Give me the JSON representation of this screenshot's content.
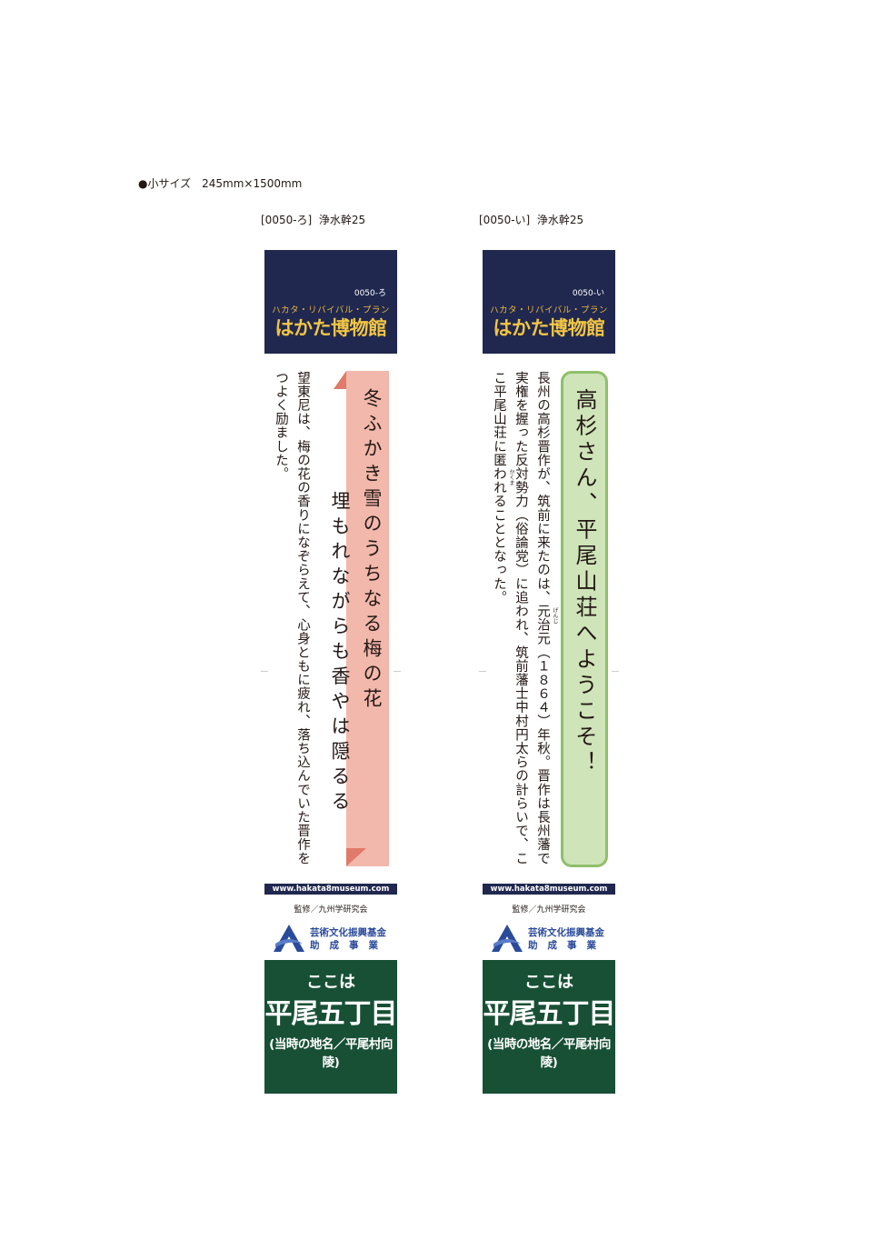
{
  "size_label": "●小サイズ　245mm×1500mm",
  "banners": [
    {
      "code_label": "[0050-ろ]  浄水幹25",
      "header_code": "0050-ろ",
      "subtitle": "ハカタ・リバイバル・プラン",
      "museum_name": "はかた博物館",
      "poem_line1": "冬ふかき雪のうちなる梅の花",
      "poem_line2": "埋もれながらも香やは隠るる",
      "body": "望東尼は、梅の花の香りになぞらえて、心身ともに疲れ、落ち込んでいた晋作をつよく励ました。",
      "url": "www.hakata8museum.com",
      "supervision": "監修／九州学研究会",
      "grant_line1": "芸術文化振興基金",
      "grant_line2": "助成事業",
      "footer_line1": "ここは",
      "footer_line2": "平尾五丁目",
      "footer_line3": "(当時の地名／平尾村向陵)",
      "poem_color": "#f2b8ac",
      "header_color": "#20284f",
      "footer_color": "#185035"
    },
    {
      "code_label": "[0050-い]  浄水幹25",
      "header_code": "0050-い",
      "subtitle": "ハカタ・リバイバル・プラン",
      "museum_name": "はかた博物館",
      "title": "高杉さん、平尾山荘へようこそ！",
      "body": "長州の高杉晋作が、筑前に来たのは、元治元（１８６４）年秋。晋作は長州藩で実権を握った反対勢力（俗論党）に追われ、筑前藩士中村円太らの計らいで、ここ平尾山荘に匿われることとなった。",
      "ruby_genji": "げんじ",
      "ruby_kakuma": "かくま",
      "url": "www.hakata8museum.com",
      "supervision": "監修／九州学研究会",
      "grant_line1": "芸術文化振興基金",
      "grant_line2": "助成事業",
      "footer_line1": "ここは",
      "footer_line2": "平尾五丁目",
      "footer_line3": "(当時の地名／平尾村向陵)",
      "title_box_color": "#cfe4b9",
      "header_color": "#20284f",
      "footer_color": "#185035"
    }
  ]
}
